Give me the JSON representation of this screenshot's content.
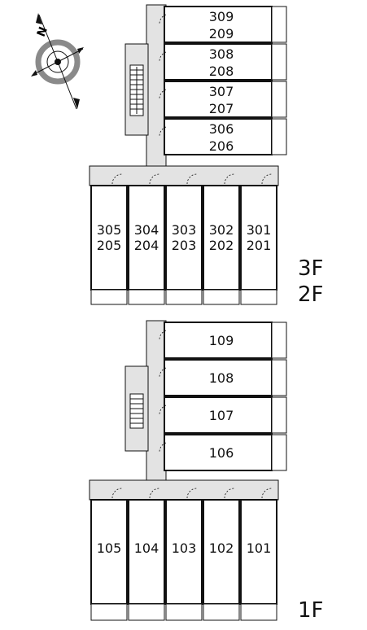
{
  "upper": {
    "floor_labels": [
      "3F",
      "2F"
    ],
    "side_units": [
      {
        "top": "309",
        "bottom": "209"
      },
      {
        "top": "308",
        "bottom": "208"
      },
      {
        "top": "307",
        "bottom": "207"
      },
      {
        "top": "306",
        "bottom": "206"
      }
    ],
    "front_units": [
      {
        "top": "305",
        "bottom": "205"
      },
      {
        "top": "304",
        "bottom": "204"
      },
      {
        "top": "303",
        "bottom": "203"
      },
      {
        "top": "302",
        "bottom": "202"
      },
      {
        "top": "301",
        "bottom": "201"
      }
    ]
  },
  "lower": {
    "floor_label": "1F",
    "side_units": [
      "109",
      "108",
      "107",
      "106"
    ],
    "front_units": [
      "105",
      "104",
      "103",
      "102",
      "101"
    ]
  },
  "compass": {
    "north_letter": "N",
    "icon": "compass-rose-icon"
  },
  "colors": {
    "corridor": "#e3e3e3",
    "wall": "#111111",
    "compass_ring": "#8a8a8a"
  }
}
